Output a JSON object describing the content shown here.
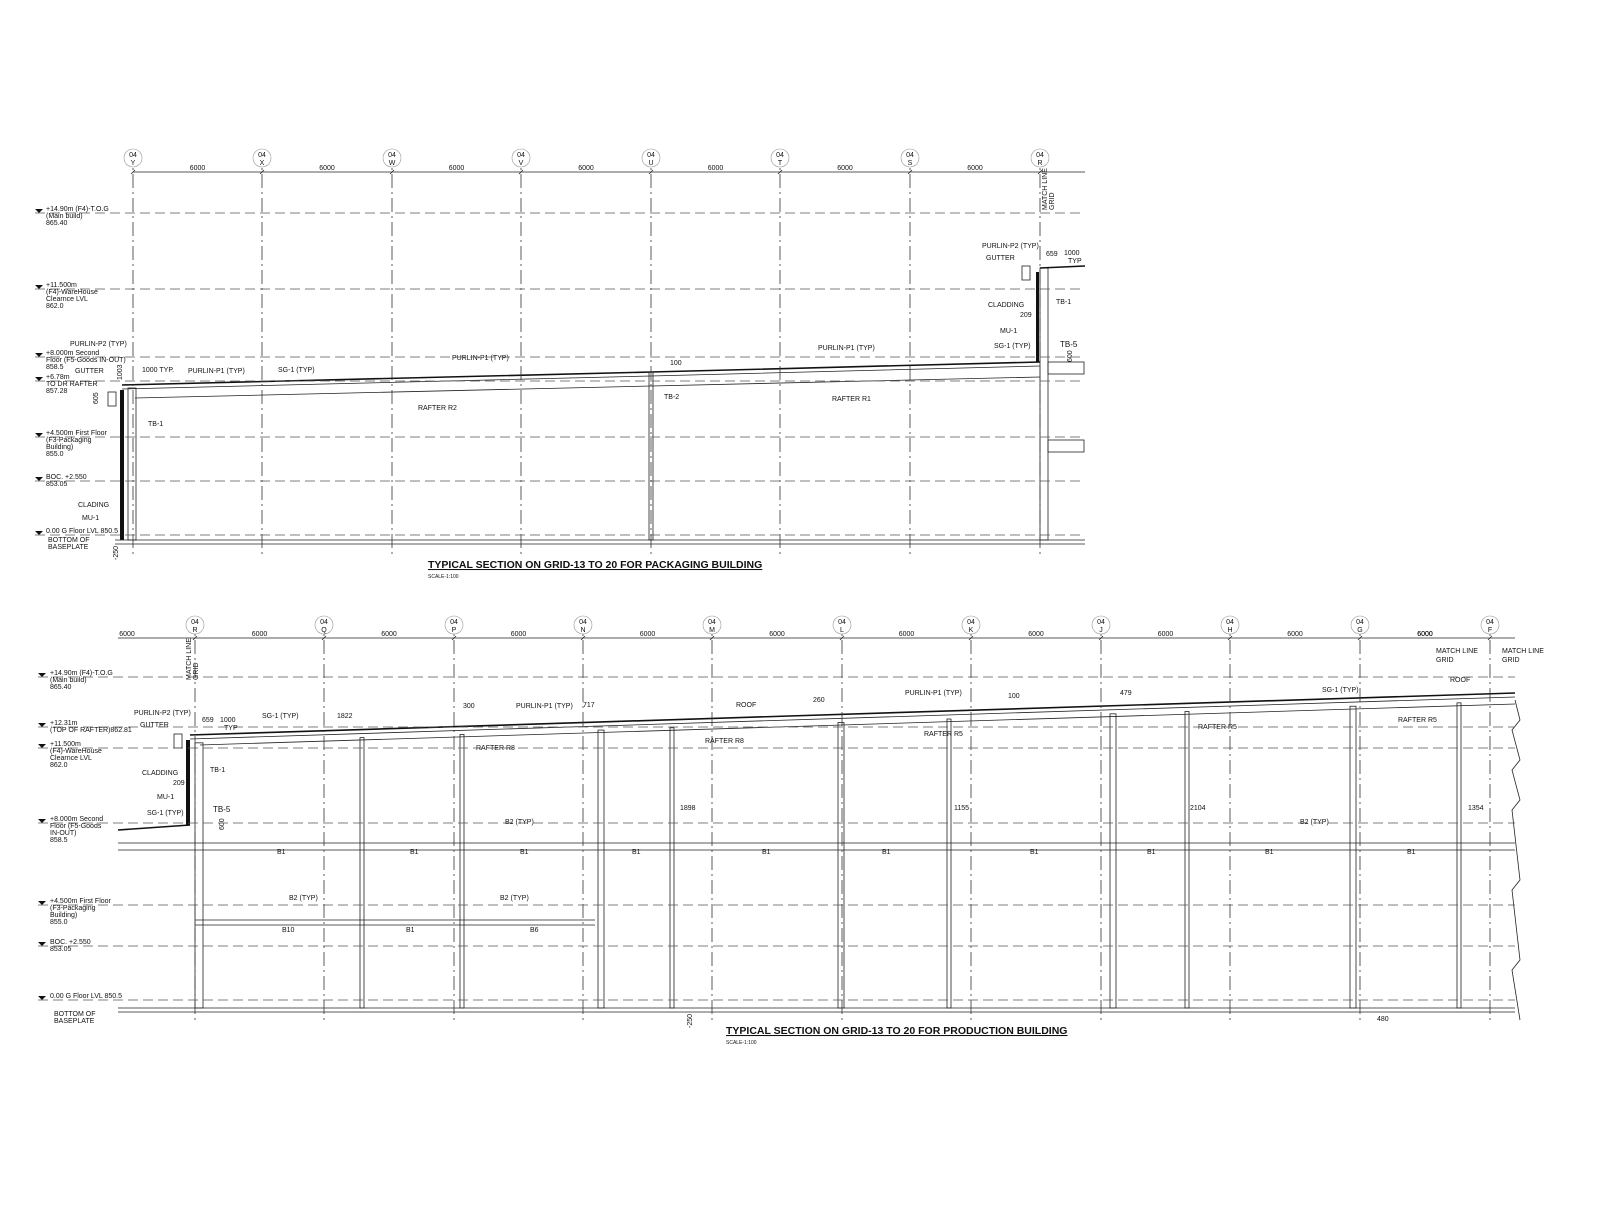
{
  "grid_prefix": "04",
  "spacing": "6000",
  "top": {
    "title": "TYPICAL SECTION  ON GRID-13 TO 20 FOR PACKAGING BUILDING",
    "scale": "SCALE-1:100",
    "grids": [
      "Y",
      "X",
      "W",
      "V",
      "U",
      "T",
      "S",
      "R"
    ],
    "match_line": [
      "MATCH LINE",
      "GRID"
    ],
    "levels": [
      [
        "+14.90m (F4)-T.O.G",
        "(Main build)",
        "865.40"
      ],
      [
        "+11.500m",
        "(F4)-WareHouse",
        "Clearnce LVL",
        "862.0"
      ],
      [
        "+8.000m Second",
        "Floor (F5-Goods IN-OUT)",
        "858.5"
      ],
      [
        "+6.78m",
        "TO DR RAFTER",
        "857.28"
      ],
      [
        "+4.500m First Floor",
        "(F3-Packaging",
        "Building)",
        "855.0"
      ],
      [
        "BOC. +2.550",
        "853.05"
      ],
      [
        "0.00 G Floor LVL 850.5"
      ]
    ],
    "bottom_of_baseplate": [
      "BOTTOM OF",
      "BASEPLATE"
    ],
    "labels": {
      "purlin_p2": "PURLIN-P2 (TYP)",
      "gutter": "GUTTER",
      "dim_1003": "1003",
      "dim_1000_typ": "1000 TYP.",
      "purlin_p1": "PURLIN-P1 (TYP)",
      "sg1": "SG-1 (TYP)",
      "dim_605": "605",
      "tb1": "TB-1",
      "rafter_r2": "RAFTER R2",
      "cladding": "CLADING",
      "mu1": "MU-1",
      "dim_250": "-250",
      "dim_100": "100",
      "tb2": "TB-2",
      "rafter_r1": "RAFTER R1",
      "r_purlin_p2": "PURLIN-P2 (TYP)",
      "r_gutter": "GUTTER",
      "dim_659": "659",
      "dim_1000": "1000",
      "typ": "TYP",
      "tb1_r": "TB-1",
      "cladding_r": "CLADDING",
      "dim_209": "209",
      "mu1_r": "MU-1",
      "sg1_r": "SG-1 (TYP)",
      "tb5": "TB-5",
      "dim_600": "600"
    }
  },
  "bottom": {
    "title": "TYPICAL SECTION  ON GRID-13 TO 20 FOR PRODUCTION BUILDING",
    "scale": "SCALE-1:100",
    "grids": [
      "R",
      "Q",
      "P",
      "N",
      "M",
      "L",
      "K",
      "J",
      "H",
      "G",
      "F"
    ],
    "match_line": [
      "MATCH LINE",
      "GRID"
    ],
    "levels": [
      [
        "+14.90m (F4)-T.O.G",
        "(Main build)",
        "865.40"
      ],
      [
        "+12.31m",
        "(TOP OF RAFTER)862.81"
      ],
      [
        "+11.500m",
        "(F4)-WareHouse",
        "Clearnce LVL",
        "862.0"
      ],
      [
        "+8.000m Second",
        "Floor (F5-Goods",
        "IN-OUT)",
        "858.5"
      ],
      [
        "+4.500m First Floor",
        "(F3-Packaging",
        "Building)",
        "855.0"
      ],
      [
        "BOC. +2.550",
        "853.05"
      ],
      [
        "0.00 G Floor LVL 850.5"
      ]
    ],
    "bottom_of_baseplate": [
      "BOTTOM OF",
      "BASEPLATE"
    ],
    "labels": {
      "purlin_p2": "PURLIN-P2 (TYP)",
      "gutter": "GUTTER",
      "dim_659": "659",
      "dim_1000": "1000",
      "typ": "TYP",
      "sg1": "SG-1 (TYP)",
      "dim_1822": "1822",
      "dim_300": "300",
      "purlin_p1": "PURLIN-P1 (TYP)",
      "dim_717": "717",
      "roof": "ROOF",
      "dim_260": "260",
      "purlin_p1_b": "PURLIN-P1 (TYP)",
      "dim_100": "100",
      "dim_479": "479",
      "sg1_b": "SG-1 (TYP)",
      "roof_b": "ROOF",
      "rafter_r8": "RAFTER R8",
      "rafter_r8_b": "RAFTER R8",
      "rafter_r5": "RAFTER R5",
      "rafter_r5_b": "RAFTER R5",
      "rafter_r5_c": "RAFTER R5",
      "tb1": "TB-1",
      "cladding": "CLADDING",
      "dim_209": "209",
      "mu1": "MU-1",
      "sg1_left": "SG-1 (TYP)",
      "tb5": "TB-5",
      "dim_600": "600",
      "dim_1898": "1898",
      "dim_1155": "1155",
      "dim_2104": "2104",
      "dim_1354": "1354",
      "b2_typ": "B2 (TYP)",
      "b2_typ_b": "B2 (TYP)",
      "b2_typ_c": "B2 (TYP)",
      "b2_typ_d": "B2 (TYP)",
      "b1": "B1",
      "b10": "B10",
      "b6": "B6",
      "dim_250": "-250",
      "dim_480": "480"
    }
  }
}
